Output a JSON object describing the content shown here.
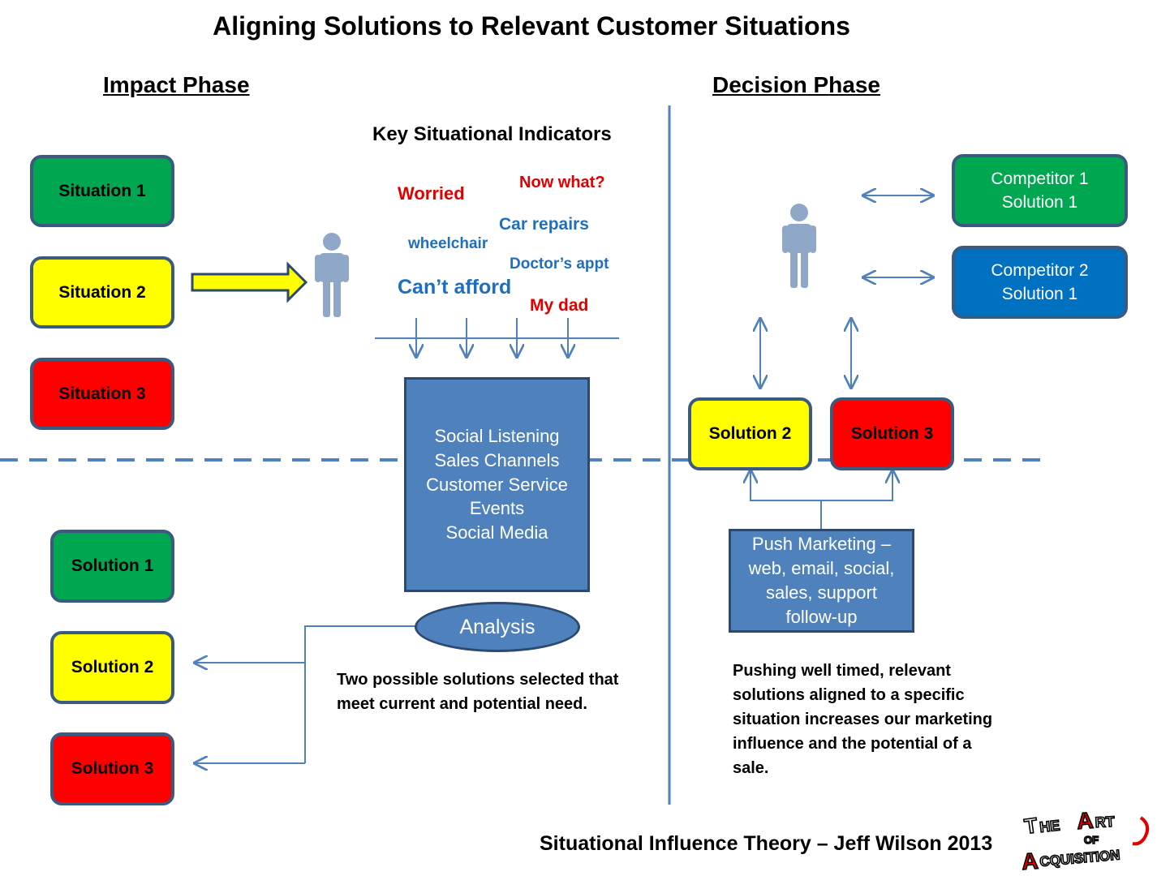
{
  "title": "Aligning Solutions to Relevant Customer Situations",
  "impact_phase": "Impact Phase",
  "decision_phase": "Decision Phase",
  "key_indicators_heading": "Key Situational Indicators",
  "situations": [
    "Situation 1",
    "Situation 2",
    "Situation 3"
  ],
  "indicator_words": {
    "worried": "Worried",
    "now_what": "Now what?",
    "car_repairs": "Car repairs",
    "wheelchair": "wheelchair",
    "doctors_appt": "Doctor’s appt",
    "cant_afford": "Can’t afford",
    "my_dad": "My dad"
  },
  "channels": [
    "Social Listening",
    "Sales Channels",
    "Customer Service",
    "Events",
    "Social Media"
  ],
  "analysis": "Analysis",
  "impact_solutions": [
    "Solution 1",
    "Solution 2",
    "Solution 3"
  ],
  "analysis_note": [
    "Two possible solutions selected that",
    "meet current and potential need."
  ],
  "competitors": {
    "c1": [
      "Competitor 1",
      "Solution 1"
    ],
    "c2": [
      "Competitor 2",
      "Solution 1"
    ]
  },
  "decision_solutions": [
    "Solution 2",
    "Solution 3"
  ],
  "push_marketing": [
    "Push Marketing –",
    "web, email, social,",
    "sales, support",
    "follow-up"
  ],
  "decision_note": [
    "Pushing well timed, relevant",
    "solutions aligned to a specific",
    "situation increases our marketing",
    "influence and the potential of a",
    "sale."
  ],
  "footer": "Situational Influence Theory – Jeff Wilson 2013",
  "logo_text": "THE ART OF ACQUISITION",
  "colors": {
    "green": "#00a650",
    "yellow": "#ffff00",
    "red": "#ff0000",
    "blue": "#0070c0",
    "steel_blue": "#4f81bd",
    "indicator_red": "#e00000",
    "indicator_blue": "#1f6fbf"
  }
}
